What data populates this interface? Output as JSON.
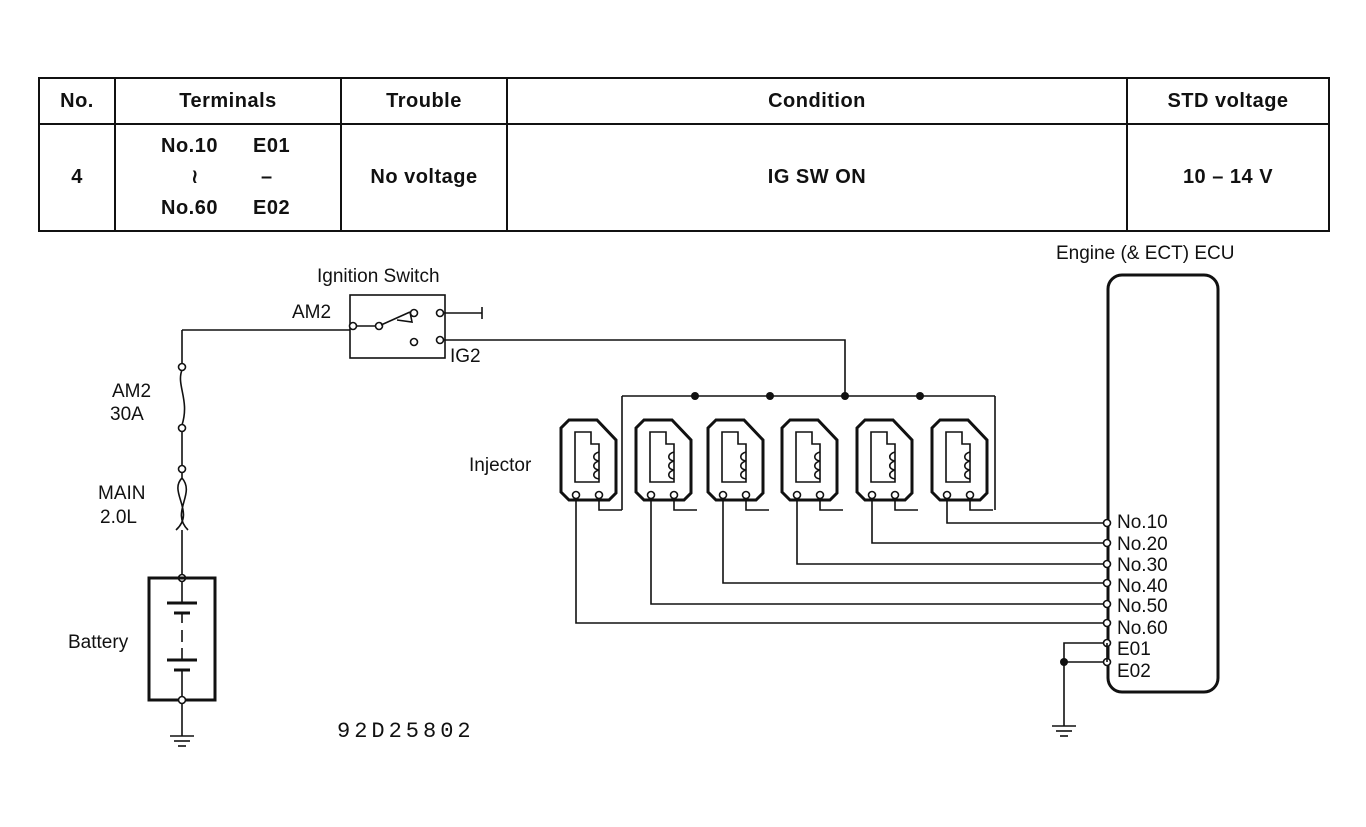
{
  "table": {
    "headers": [
      "No.",
      "Terminals",
      "Trouble",
      "Condition",
      "STD voltage"
    ],
    "row": {
      "no": "4",
      "terminals": {
        "line1_a": "No.10",
        "line1_b": "E01",
        "line2_a": "≀",
        "line2_b": "–",
        "line3_a": "No.60",
        "line3_b": "E02"
      },
      "trouble": "No voltage",
      "condition": "IG SW ON",
      "std_voltage": "10 – 14 V"
    }
  },
  "diagram": {
    "ignition_switch_label": "Ignition Switch",
    "am2_terminal": "AM2",
    "ig2_terminal": "IG2",
    "am2_fuse": [
      "AM2",
      "30A"
    ],
    "main_fuse": [
      "MAIN",
      "2.0L"
    ],
    "battery_label": "Battery",
    "injector_label": "Injector",
    "ecu_label": "Engine (& ECT) ECU",
    "ecu_terminals": [
      "No.10",
      "No.20",
      "No.30",
      "No.40",
      "No.50",
      "No.60",
      "E01",
      "E02"
    ],
    "figure_code": "92D25802"
  }
}
